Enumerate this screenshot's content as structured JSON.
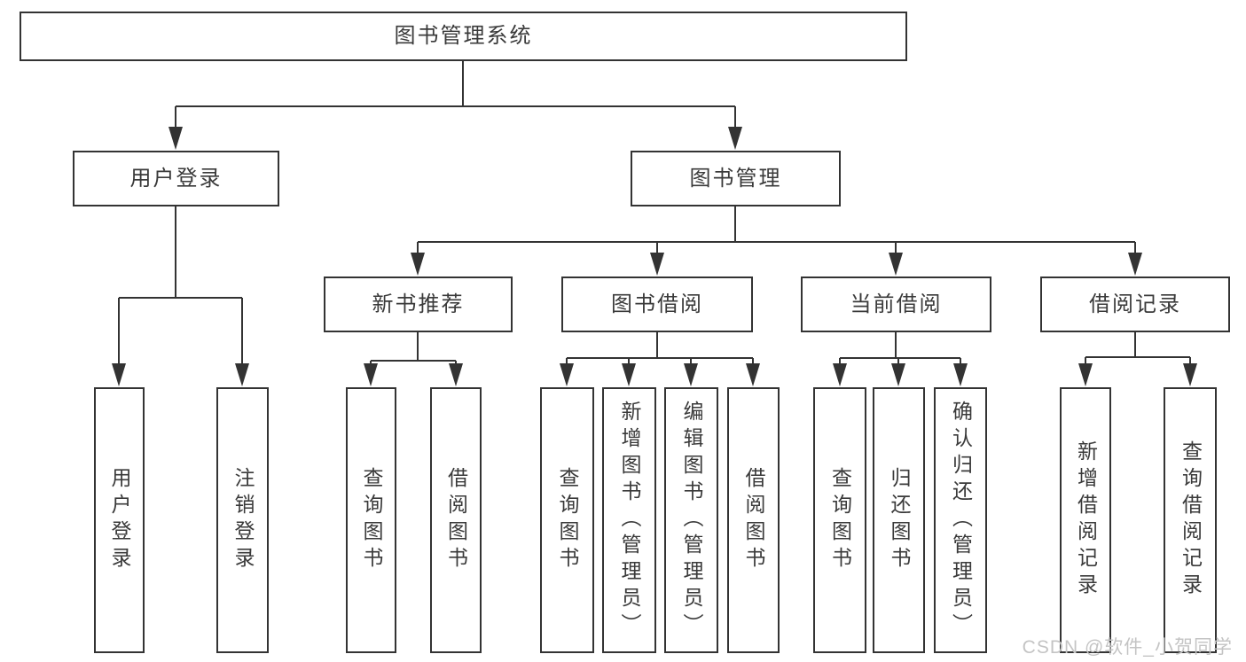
{
  "diagram": {
    "root": {
      "label": "图书管理系统"
    },
    "branches": [
      {
        "label": "用户登录",
        "children": [
          {
            "label": "用户登录"
          },
          {
            "label": "注销登录"
          }
        ]
      },
      {
        "label": "图书管理",
        "children": [
          {
            "label": "新书推荐",
            "children": [
              {
                "label": "查询图书"
              },
              {
                "label": "借阅图书"
              }
            ]
          },
          {
            "label": "图书借阅",
            "children": [
              {
                "label": "查询图书"
              },
              {
                "label": "新增图书（管理员）"
              },
              {
                "label": "编辑图书（管理员）"
              },
              {
                "label": "借阅图书"
              }
            ]
          },
          {
            "label": "当前借阅",
            "children": [
              {
                "label": "查询图书"
              },
              {
                "label": "归还图书"
              },
              {
                "label": "确认归还（管理员）"
              }
            ]
          },
          {
            "label": "借阅记录",
            "children": [
              {
                "label": "新增借阅记录"
              },
              {
                "label": "查询借阅记录"
              }
            ]
          }
        ]
      }
    ]
  },
  "watermark": {
    "text": "CSDN @软件_小贺同学"
  },
  "colors": {
    "background": "#ffffff",
    "box_border": "#333333",
    "connector_line": "#333333",
    "text": "#3a3a3a",
    "watermark_text": "#c4c4c4"
  }
}
